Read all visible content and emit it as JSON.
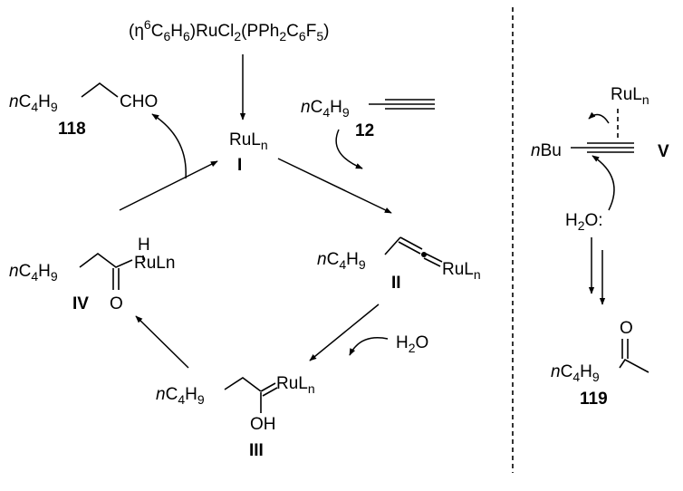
{
  "precatalyst": {
    "pre": "(η",
    "sup": "6",
    "mid1": "C",
    "s1": "6",
    "mid2": "H",
    "s2": "6",
    "mid3": ")RuCl",
    "s3": "2",
    "mid4": "(PPh",
    "s4": "2",
    "mid5": "C",
    "s5": "6",
    "mid6": "F",
    "s6": "5",
    "end": ")"
  },
  "catalyst": {
    "ru": "RuL",
    "n": "n",
    "label": "I"
  },
  "butyl": {
    "n": "n",
    "c": "C",
    "four": "4",
    "h": "H",
    "nine": "9"
  },
  "aldehyde": {
    "cho": "CHO",
    "label": "118"
  },
  "alkyne": {
    "label": "12"
  },
  "vinylidene": {
    "ru": "RuL",
    "n": "n",
    "label": "II"
  },
  "water": {
    "h": "H",
    "two": "2",
    "o": "O"
  },
  "hydroxycarbene": {
    "ru": "RuL",
    "n": "n",
    "oh": "OH",
    "label": "III"
  },
  "acyl": {
    "h": "H",
    "ru": "RuLn",
    "o": "O",
    "label": "IV"
  },
  "side": {
    "ru": "RuL",
    "n": "n",
    "nbu_n": "n",
    "nbu": "Bu",
    "label": "V",
    "water_h": "H",
    "water_two": "2",
    "water_o": "O:",
    "ketone_o": "O",
    "label_ketone": "119"
  }
}
